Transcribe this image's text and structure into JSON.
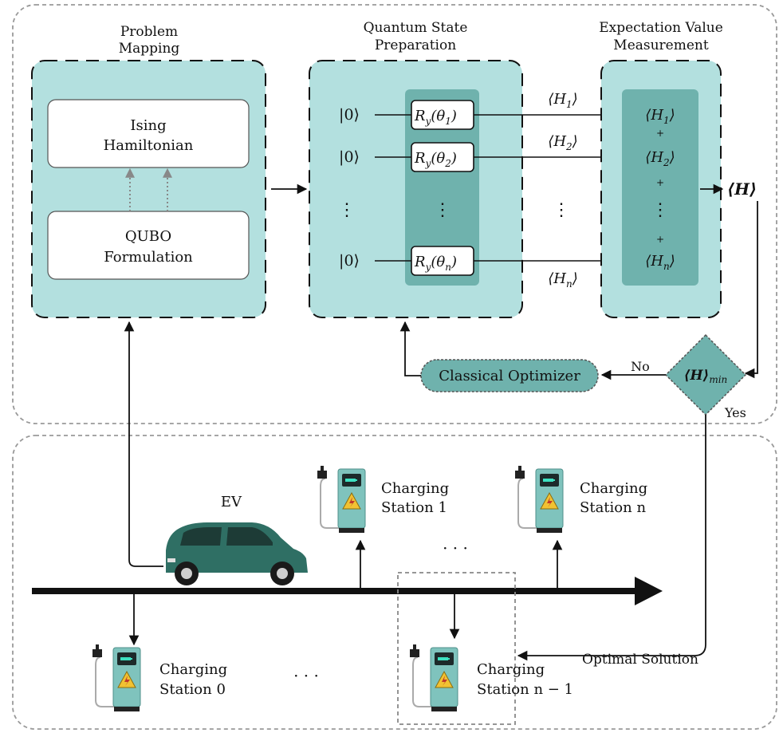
{
  "colors": {
    "panel": "#b3e0df",
    "panel_dark": "#6fb2ad",
    "box_fill": "#ffffff",
    "car": "#2f6f64",
    "station": "#7fc3bd",
    "arrow": "#111111",
    "border_gray": "#888888"
  },
  "sections": {
    "problem_mapping": {
      "title_line1": "Problem",
      "title_line2": "Mapping"
    },
    "state_prep": {
      "title_line1": "Quantum State",
      "title_line2": "Preparation"
    },
    "measurement": {
      "title_line1": "Expectation Value",
      "title_line2": "Measurement"
    }
  },
  "boxes": {
    "ising_line1": "Ising",
    "ising_line2": "Hamiltonian",
    "qubo_line1": "QUBO",
    "qubo_line2": "Formulation"
  },
  "circuit": {
    "ket": "|0⟩",
    "vdots": "⋮",
    "gates": [
      "Ry(θ1)",
      "Ry(θ2)",
      "Ry(θn)"
    ],
    "gate_main": "R",
    "gate_sub": "y",
    "gate_args": [
      "(θ",
      "(θ",
      "(θ"
    ],
    "gate_idx": [
      "1",
      "2",
      "n"
    ],
    "wire_labels": [
      "⟨H1⟩",
      "⟨H2⟩",
      "⟨Hn⟩"
    ]
  },
  "measure": {
    "h_open": "⟨H",
    "h_close": "⟩",
    "idx": [
      "1",
      "2",
      "n"
    ],
    "plus": "+",
    "output": "⟨H⟩"
  },
  "decision": {
    "label": "⟨H⟩min",
    "main": "⟨H⟩",
    "sub": "min",
    "no": "No",
    "yes": "Yes"
  },
  "optimizer": {
    "label": "Classical Optimizer"
  },
  "ev": {
    "label": "EV"
  },
  "stations": [
    {
      "line1": "Charging",
      "line2": "Station 1"
    },
    {
      "line1": "Charging",
      "line2": "Station n"
    },
    {
      "line1": "Charging",
      "line2": "Station 0"
    },
    {
      "line1": "Charging",
      "line2": "Station n − 1"
    }
  ],
  "ellipsis": "· · ·",
  "optimal": {
    "label": "Optimal Solution"
  }
}
